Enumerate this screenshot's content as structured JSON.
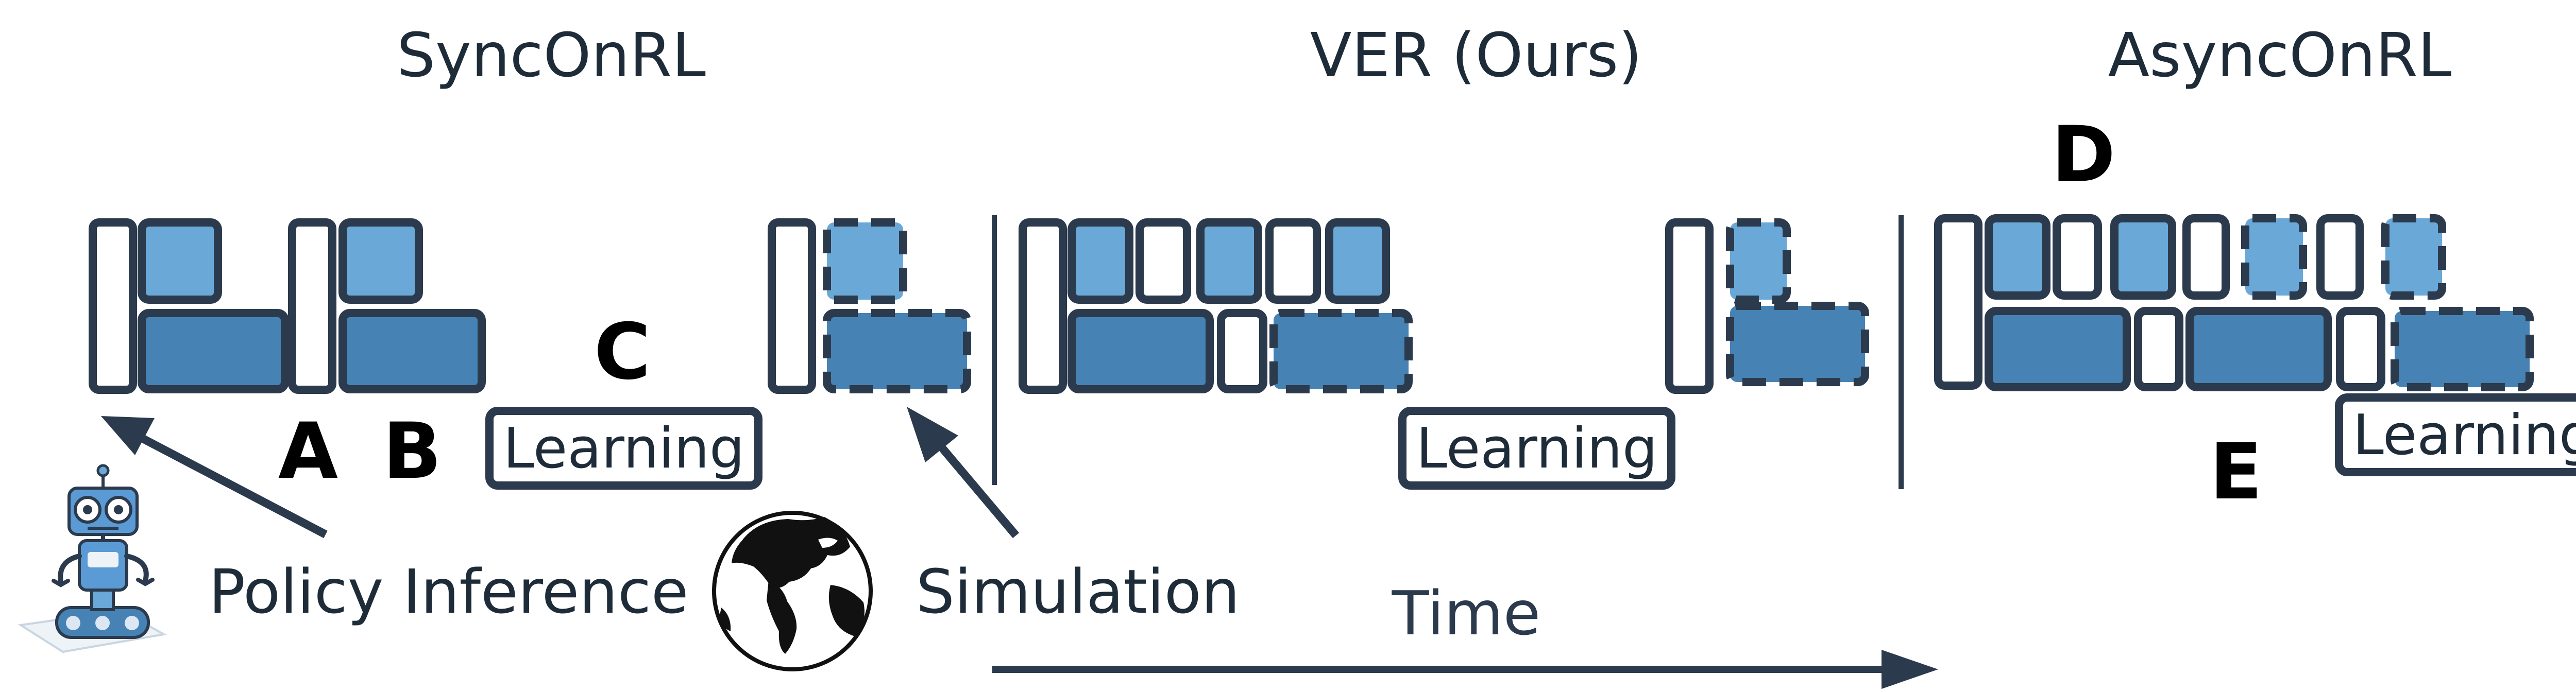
{
  "panels": {
    "sync_title": "SyncOnRL",
    "ver_title": "VER (Ours)",
    "async_title": "AsyncOnRL"
  },
  "markers": {
    "a": "A",
    "b": "B",
    "c": "C",
    "d": "D",
    "e": "E"
  },
  "boxes": {
    "learning_sync": "Learning",
    "learning_ver": "Learning",
    "learning_async": "Learning"
  },
  "legend": {
    "policy_inference": "Policy Inference",
    "simulation": "Simulation",
    "time": "Time"
  },
  "colors": {
    "outline": "#2b3a4c",
    "inference_fill": "#6aa8d8",
    "simulation_fill": "#4682b4",
    "idle_fill": "#ffffff",
    "robot_body": "#5b9bd5",
    "globe_land": "#111111"
  }
}
